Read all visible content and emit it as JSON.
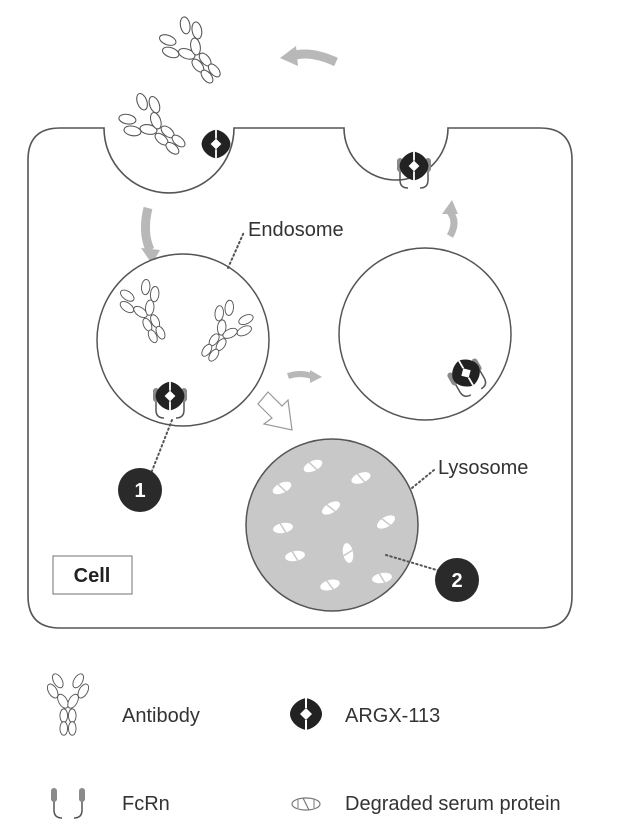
{
  "labels": {
    "endosome": "Endosome",
    "lysosome": "Lysosome",
    "cell": "Cell",
    "step_1": "1",
    "step_2": "2"
  },
  "legend": [
    {
      "icon": "antibody-icon",
      "label": "Antibody"
    },
    {
      "icon": "argx-113-icon",
      "label": "ARGX-113"
    },
    {
      "icon": "fcrn-icon",
      "label": "FcRn"
    },
    {
      "icon": "degraded-protein-icon",
      "label": "Degraded serum protein"
    }
  ],
  "colors": {
    "outline": "#555555",
    "arrow": "#b8b8b8",
    "lysosome_fill": "#c8c8c8",
    "argx": "#222222",
    "fcrn": "#8a8a8a",
    "badge": "#2a2a2a"
  }
}
